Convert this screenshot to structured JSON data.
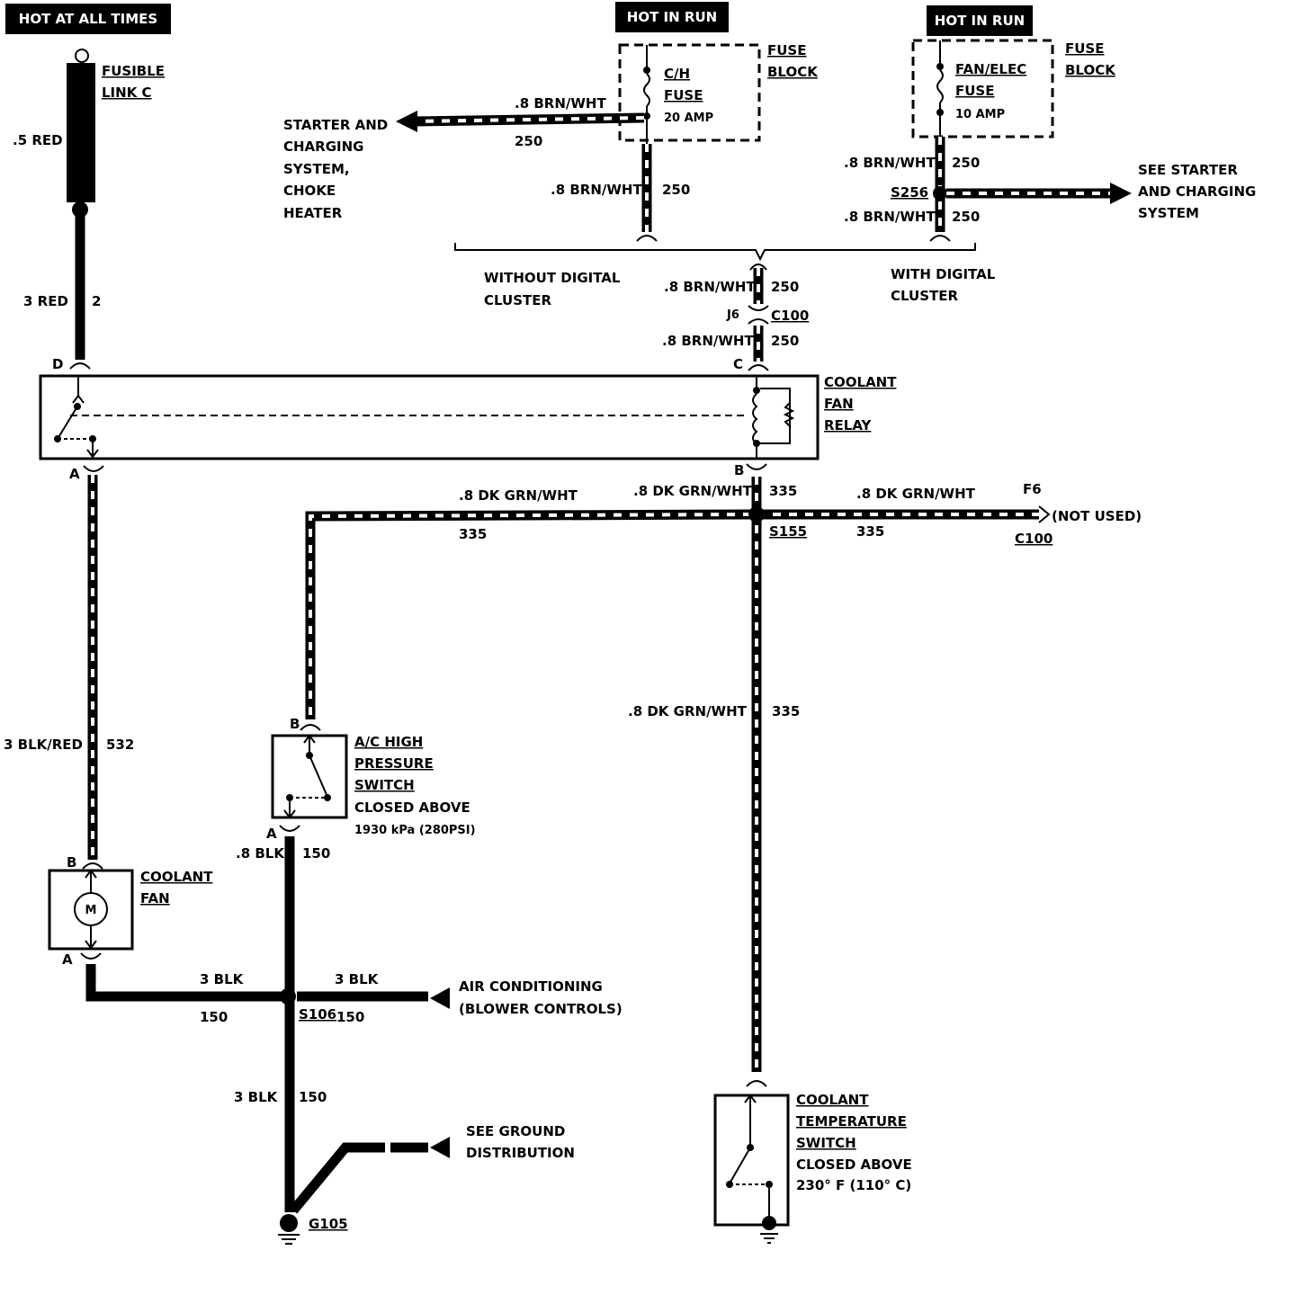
{
  "headers": {
    "hot_at_all_times": "HOT AT ALL TIMES",
    "hot_in_run_1": "HOT IN RUN",
    "hot_in_run_2": "HOT IN RUN"
  },
  "components": {
    "fusible_link": [
      "FUSIBLE",
      "LINK C"
    ],
    "ch_fuse": [
      "C/H",
      "FUSE"
    ],
    "ch_fuse_rating": "20 AMP",
    "fan_elec_fuse": [
      "FAN/ELEC",
      "FUSE"
    ],
    "fan_elec_rating": "10 AMP",
    "fuse_block_1": [
      "FUSE",
      "BLOCK"
    ],
    "fuse_block_2": [
      "FUSE",
      "BLOCK"
    ],
    "coolant_fan_relay": [
      "COOLANT",
      "FAN",
      "RELAY"
    ],
    "ac_switch": [
      "A/C HIGH",
      "PRESSURE",
      "SWITCH"
    ],
    "ac_switch_note": [
      "CLOSED ABOVE",
      "1930 kPa (280PSI)"
    ],
    "coolant_fan": [
      "COOLANT",
      "FAN"
    ],
    "motor_symbol": "M",
    "temp_switch": [
      "COOLANT",
      "TEMPERATURE",
      "SWITCH"
    ],
    "temp_switch_note": [
      "CLOSED ABOVE",
      "230° F (110° C)"
    ],
    "ground": "G105"
  },
  "destinations": {
    "starter_choke": [
      "STARTER AND",
      "CHARGING",
      "SYSTEM,",
      "CHOKE",
      "HEATER"
    ],
    "see_starter": [
      "SEE STARTER",
      "AND CHARGING",
      "SYSTEM"
    ],
    "without_digital": [
      "WITHOUT DIGITAL",
      "CLUSTER"
    ],
    "with_digital": [
      "WITH DIGITAL",
      "CLUSTER"
    ],
    "not_used": "(NOT USED)",
    "air_conditioning": [
      "AIR CONDITIONING",
      "(BLOWER CONTROLS)"
    ],
    "see_ground": [
      "SEE GROUND",
      "DISTRIBUTION"
    ]
  },
  "wires": {
    "red_05": ".5 RED",
    "red_3": "3 RED",
    "circuit_2": "2",
    "brn_wht": ".8 BRN/WHT",
    "circuit_250": "250",
    "dk_grn_wht": ".8 DK GRN/WHT",
    "circuit_335": "335",
    "blk_red": "3 BLK/RED",
    "circuit_532": "532",
    "blk_08": ".8 BLK",
    "blk_3": "3 BLK",
    "circuit_150": "150"
  },
  "connectors": {
    "D": "D",
    "C": "C",
    "A": "A",
    "B": "B",
    "J6": "J6",
    "C100": "C100",
    "F6": "F6"
  },
  "splices": {
    "s256": "S256",
    "s155": "S155",
    "s106": "S106"
  }
}
